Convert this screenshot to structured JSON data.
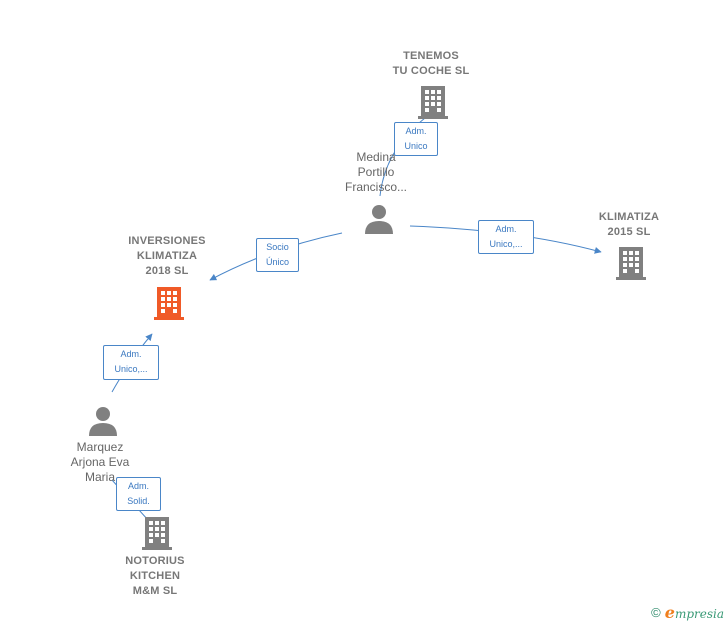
{
  "colors": {
    "edge": "#4a86c8",
    "company_icon": "#808080",
    "focus_company_icon": "#f05a28",
    "person_icon": "#808080"
  },
  "nodes": {
    "tenemos": {
      "name": "TENEMOS\nTU COCHE  SL",
      "icon": "building-icon"
    },
    "medina": {
      "name": "Medina\nPortillo\nFrancisco...",
      "icon": "person-icon"
    },
    "inversiones": {
      "name": "INVERSIONES\nKLIMATIZA\n2018  SL",
      "icon": "building-icon"
    },
    "klimatiza2015": {
      "name": "KLIMATIZA\n2015  SL",
      "icon": "building-icon"
    },
    "marquez": {
      "name": "Marquez\nArjona Eva\nMaria",
      "icon": "person-icon"
    },
    "notorius": {
      "name": "NOTORIUS\nKITCHEN\nM&M  SL",
      "icon": "building-icon"
    }
  },
  "edges": {
    "medina_tenemos": "Adm.\nUnico",
    "medina_inversiones": "Socio\nÚnico",
    "medina_klimatiza": "Adm.\nUnico,...",
    "marquez_inversiones": "Adm.\nUnico,...",
    "marquez_notorius": "Adm.\nSolid."
  },
  "footer": {
    "copyright_symbol": "©",
    "brand_initial": "e",
    "brand_rest": "mpresia"
  }
}
